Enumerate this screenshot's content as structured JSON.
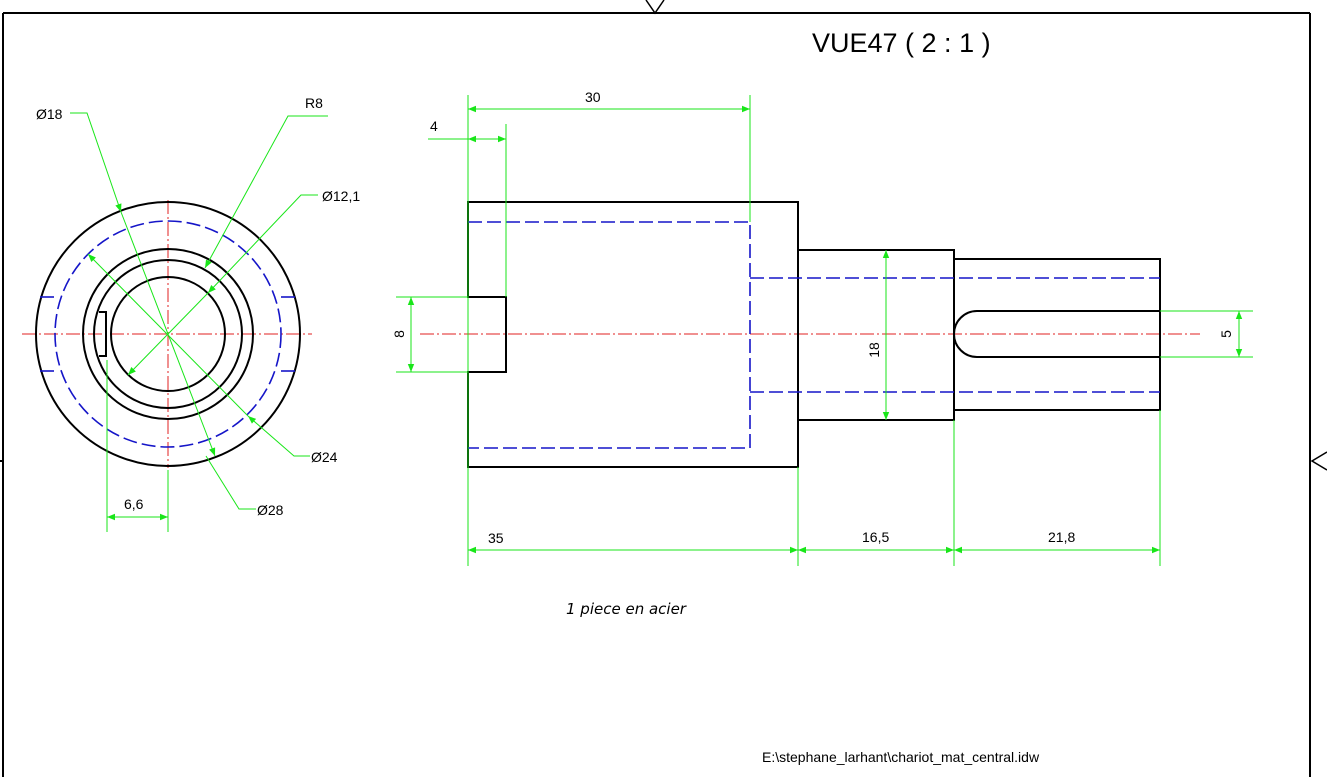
{
  "view_title": "VUE47 ( 2 : 1 )",
  "note": "1 piece en acier",
  "file_path": "E:\\stephane_larhant\\chariot_mat_central.idw",
  "front_view_labels": {
    "d18": "Ø18",
    "r8": "R8",
    "d12_1": "Ø12,1",
    "d24": "Ø24",
    "d28": "Ø28",
    "w6_6": "6,6"
  },
  "side_view_labels": {
    "l30": "30",
    "l4": "4",
    "h8": "8",
    "h18": "18",
    "h5": "5",
    "l35": "35",
    "l16_5": "16,5",
    "l21_8": "21,8"
  },
  "colors": {
    "geometry": "#000000",
    "hidden": "#1515c8",
    "center": "#e02020",
    "dimension": "#19e619"
  }
}
